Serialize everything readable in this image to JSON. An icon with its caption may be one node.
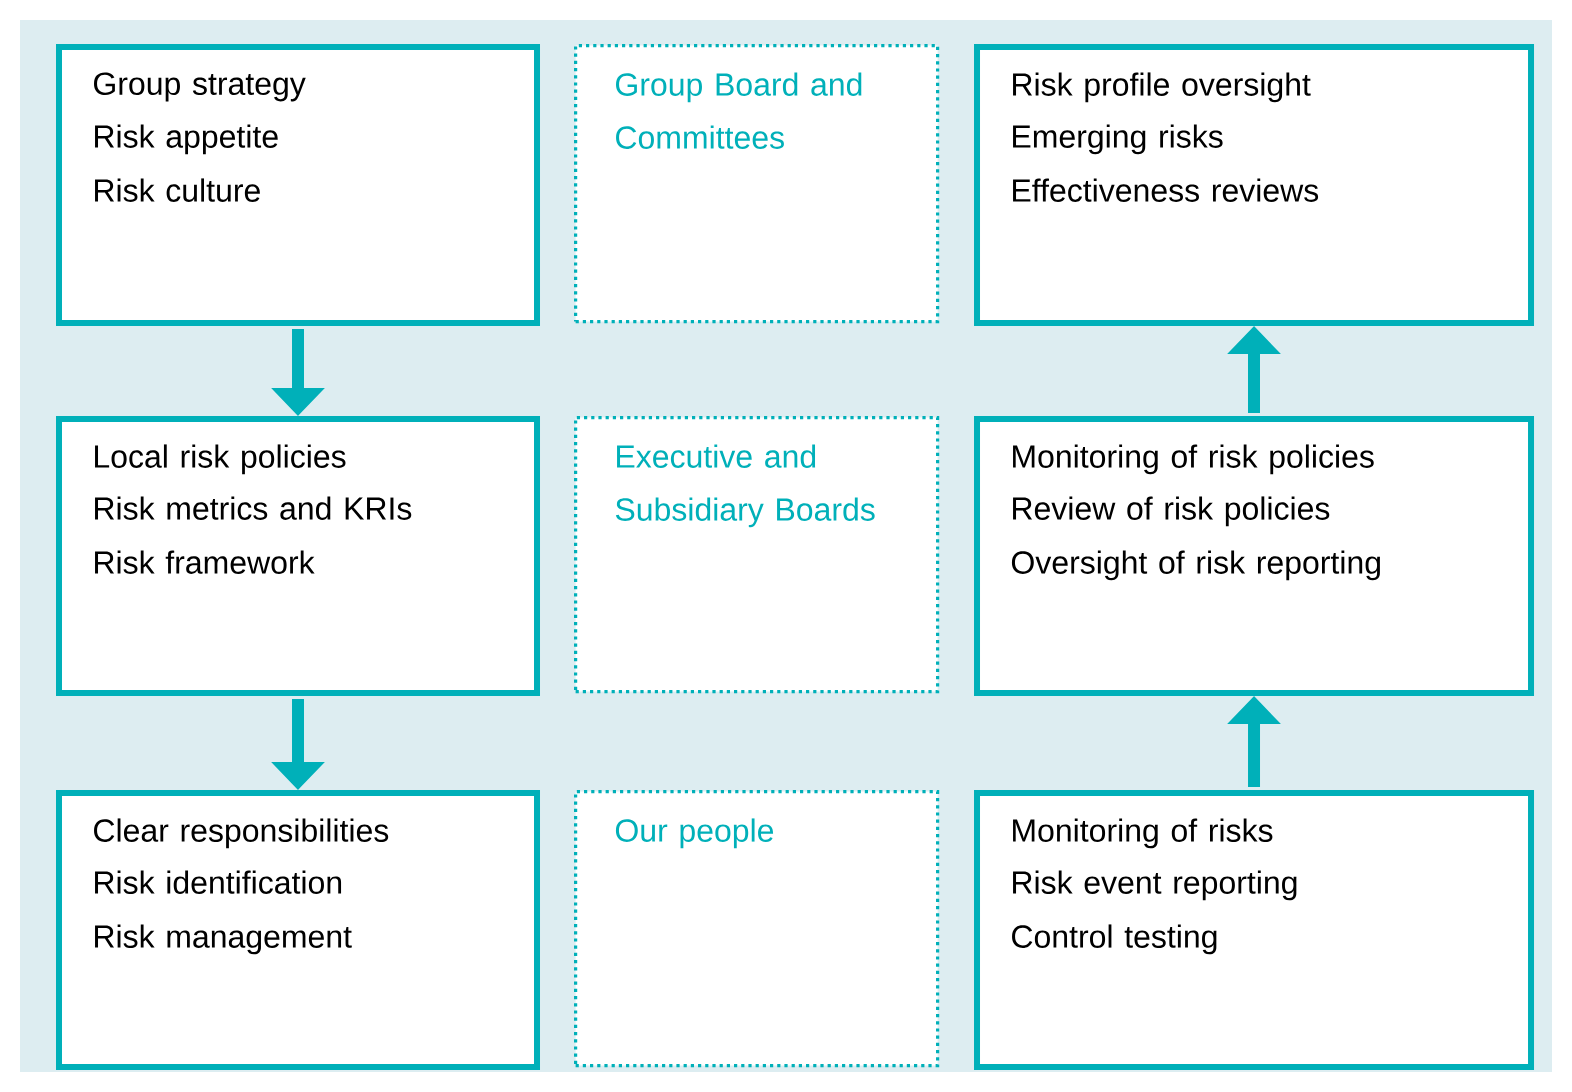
{
  "diagram": {
    "nodes": [
      {
        "text": [
          "Group strategy",
          "Risk appetite",
          "Risk culture"
        ]
      },
      {
        "text": [
          "Group Board and Committees"
        ]
      },
      {
        "text": [
          "Risk profile oversight",
          "Emerging risks",
          "Effectiveness reviews"
        ]
      },
      {
        "text": [
          "Local risk policies",
          "Risk metrics and KRIs",
          "Risk framework"
        ]
      },
      {
        "text": [
          "Executive and Subsidiary Boards"
        ]
      },
      {
        "text": [
          "Monitoring of risk policies",
          "Review of risk policies",
          "Oversight of risk reporting"
        ]
      },
      {
        "text": [
          "Clear responsibilities",
          "Risk identification",
          "Risk management"
        ]
      },
      {
        "text": [
          "Our people"
        ]
      },
      {
        "text": [
          "Monitoring of risks",
          "Risk event reporting",
          "Control testing"
        ]
      }
    ],
    "edges": [
      {
        "from": 0,
        "to": 3,
        "arrow": "to"
      },
      {
        "from": 3,
        "to": 6,
        "arrow": "to"
      },
      {
        "from": 8,
        "to": 5,
        "arrow": "to"
      },
      {
        "from": 5,
        "to": 2,
        "arrow": "to"
      }
    ]
  }
}
